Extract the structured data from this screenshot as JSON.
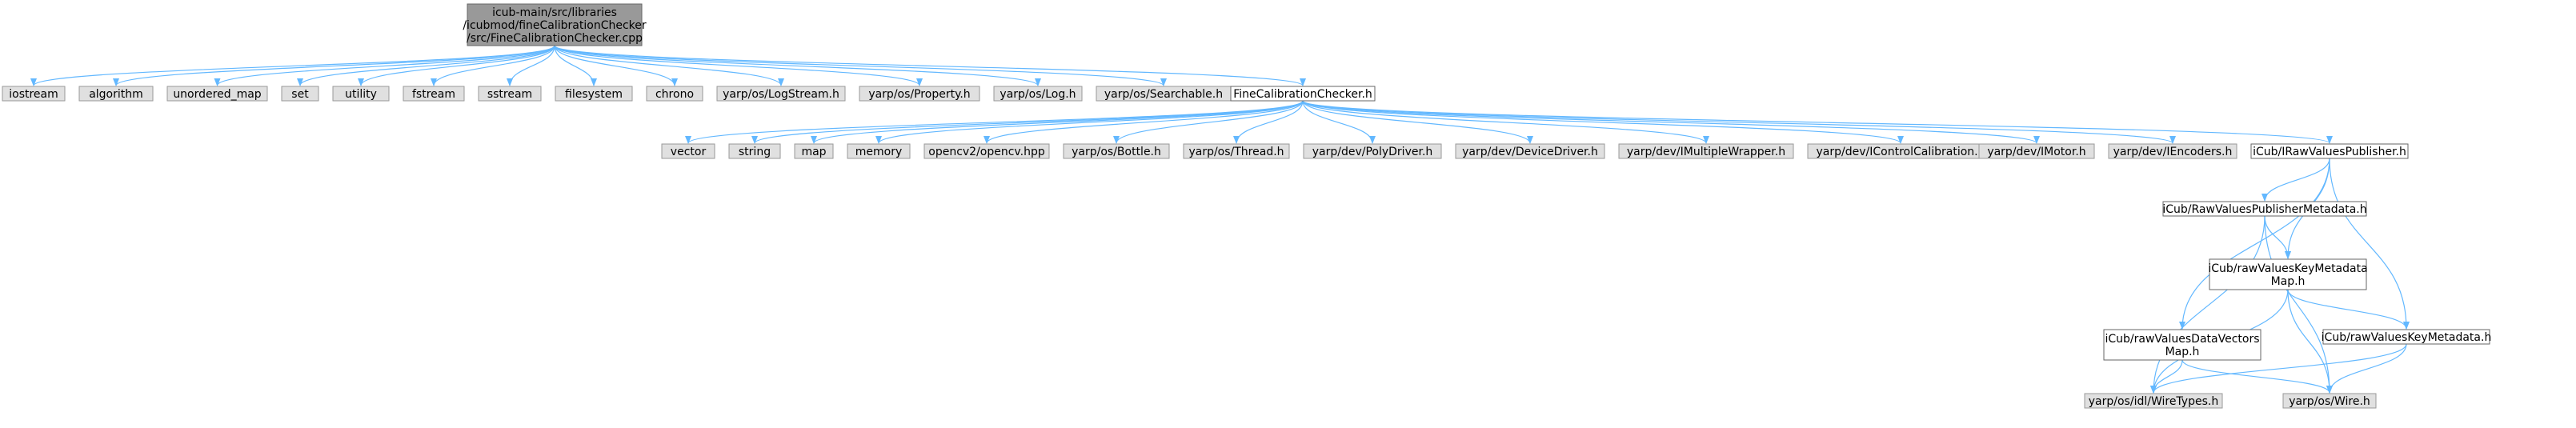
{
  "colors": {
    "root_fill": "#999999",
    "root_border": "#666666",
    "system_fill": "#e0e0e0",
    "system_border": "#999999",
    "local_fill": "#ffffff",
    "local_border": "#666666",
    "edge": "#63b8ff"
  },
  "nodes": [
    {
      "id": "root",
      "kind": "root",
      "lines": [
        "icub-main/src/libraries",
        "/icubmod/fineCalibrationChecker",
        "/src/FineCalibrationChecker.cpp"
      ]
    },
    {
      "id": "iostream",
      "kind": "system",
      "lines": [
        "iostream"
      ]
    },
    {
      "id": "algorithm",
      "kind": "system",
      "lines": [
        "algorithm"
      ]
    },
    {
      "id": "unordered_map",
      "kind": "system",
      "lines": [
        "unordered_map"
      ]
    },
    {
      "id": "set",
      "kind": "system",
      "lines": [
        "set"
      ]
    },
    {
      "id": "utility",
      "kind": "system",
      "lines": [
        "utility"
      ]
    },
    {
      "id": "fstream",
      "kind": "system",
      "lines": [
        "fstream"
      ]
    },
    {
      "id": "sstream",
      "kind": "system",
      "lines": [
        "sstream"
      ]
    },
    {
      "id": "filesystem",
      "kind": "system",
      "lines": [
        "filesystem"
      ]
    },
    {
      "id": "chrono",
      "kind": "system",
      "lines": [
        "chrono"
      ]
    },
    {
      "id": "logstream",
      "kind": "system",
      "lines": [
        "yarp/os/LogStream.h"
      ]
    },
    {
      "id": "property",
      "kind": "system",
      "lines": [
        "yarp/os/Property.h"
      ]
    },
    {
      "id": "log",
      "kind": "system",
      "lines": [
        "yarp/os/Log.h"
      ]
    },
    {
      "id": "searchable",
      "kind": "system",
      "lines": [
        "yarp/os/Searchable.h"
      ]
    },
    {
      "id": "fcc_h",
      "kind": "local",
      "lines": [
        "FineCalibrationChecker.h"
      ]
    },
    {
      "id": "vector",
      "kind": "system",
      "lines": [
        "vector"
      ]
    },
    {
      "id": "string",
      "kind": "system",
      "lines": [
        "string"
      ]
    },
    {
      "id": "map",
      "kind": "system",
      "lines": [
        "map"
      ]
    },
    {
      "id": "memory",
      "kind": "system",
      "lines": [
        "memory"
      ]
    },
    {
      "id": "opencv",
      "kind": "system",
      "lines": [
        "opencv2/opencv.hpp"
      ]
    },
    {
      "id": "bottle",
      "kind": "system",
      "lines": [
        "yarp/os/Bottle.h"
      ]
    },
    {
      "id": "thread",
      "kind": "system",
      "lines": [
        "yarp/os/Thread.h"
      ]
    },
    {
      "id": "polydriver",
      "kind": "system",
      "lines": [
        "yarp/dev/PolyDriver.h"
      ]
    },
    {
      "id": "devicedriver",
      "kind": "system",
      "lines": [
        "yarp/dev/DeviceDriver.h"
      ]
    },
    {
      "id": "imultiplewrapper",
      "kind": "system",
      "lines": [
        "yarp/dev/IMultipleWrapper.h"
      ]
    },
    {
      "id": "icontrolcalibration",
      "kind": "system",
      "lines": [
        "yarp/dev/IControlCalibration.h"
      ]
    },
    {
      "id": "imotor",
      "kind": "system",
      "lines": [
        "yarp/dev/IMotor.h"
      ]
    },
    {
      "id": "iencoders",
      "kind": "system",
      "lines": [
        "yarp/dev/IEncoders.h"
      ]
    },
    {
      "id": "irawvaluespublisher",
      "kind": "local",
      "lines": [
        "iCub/IRawValuesPublisher.h"
      ]
    },
    {
      "id": "rawvaluespublishermetadata",
      "kind": "local",
      "lines": [
        "iCub/RawValuesPublisherMetadata.h"
      ]
    },
    {
      "id": "rawvalueskeymetadatamap",
      "kind": "local",
      "lines": [
        "iCub/rawValuesKeyMetadata",
        "Map.h"
      ]
    },
    {
      "id": "rawvaluesdatavectorsmap",
      "kind": "local",
      "lines": [
        "iCub/rawValuesDataVectors",
        "Map.h"
      ]
    },
    {
      "id": "rawvalueskeymetadata",
      "kind": "local",
      "lines": [
        "iCub/rawValuesKeyMetadata.h"
      ]
    },
    {
      "id": "wiretypes",
      "kind": "system",
      "lines": [
        "yarp/os/idl/WireTypes.h"
      ]
    },
    {
      "id": "wire",
      "kind": "system",
      "lines": [
        "yarp/os/Wire.h"
      ]
    }
  ],
  "edges": [
    [
      "root",
      "iostream"
    ],
    [
      "root",
      "algorithm"
    ],
    [
      "root",
      "unordered_map"
    ],
    [
      "root",
      "set"
    ],
    [
      "root",
      "utility"
    ],
    [
      "root",
      "fstream"
    ],
    [
      "root",
      "sstream"
    ],
    [
      "root",
      "filesystem"
    ],
    [
      "root",
      "chrono"
    ],
    [
      "root",
      "logstream"
    ],
    [
      "root",
      "property"
    ],
    [
      "root",
      "log"
    ],
    [
      "root",
      "searchable"
    ],
    [
      "root",
      "fcc_h"
    ],
    [
      "fcc_h",
      "vector"
    ],
    [
      "fcc_h",
      "string"
    ],
    [
      "fcc_h",
      "map"
    ],
    [
      "fcc_h",
      "memory"
    ],
    [
      "fcc_h",
      "opencv"
    ],
    [
      "fcc_h",
      "bottle"
    ],
    [
      "fcc_h",
      "thread"
    ],
    [
      "fcc_h",
      "polydriver"
    ],
    [
      "fcc_h",
      "devicedriver"
    ],
    [
      "fcc_h",
      "imultiplewrapper"
    ],
    [
      "fcc_h",
      "icontrolcalibration"
    ],
    [
      "fcc_h",
      "imotor"
    ],
    [
      "fcc_h",
      "iencoders"
    ],
    [
      "fcc_h",
      "irawvaluespublisher"
    ],
    [
      "irawvaluespublisher",
      "rawvaluespublishermetadata"
    ],
    [
      "irawvaluespublisher",
      "rawvalueskeymetadatamap"
    ],
    [
      "irawvaluespublisher",
      "rawvaluesdatavectorsmap"
    ],
    [
      "irawvaluespublisher",
      "rawvalueskeymetadata"
    ],
    [
      "rawvaluespublishermetadata",
      "rawvalueskeymetadatamap"
    ],
    [
      "rawvaluespublishermetadata",
      "wiretypes"
    ],
    [
      "rawvaluespublishermetadata",
      "wire"
    ],
    [
      "rawvalueskeymetadatamap",
      "rawvalueskeymetadata"
    ],
    [
      "rawvalueskeymetadatamap",
      "wiretypes"
    ],
    [
      "rawvalueskeymetadatamap",
      "wire"
    ],
    [
      "rawvaluesdatavectorsmap",
      "wiretypes"
    ],
    [
      "rawvaluesdatavectorsmap",
      "wire"
    ],
    [
      "rawvalueskeymetadata",
      "wiretypes"
    ],
    [
      "rawvalueskeymetadata",
      "wire"
    ]
  ]
}
